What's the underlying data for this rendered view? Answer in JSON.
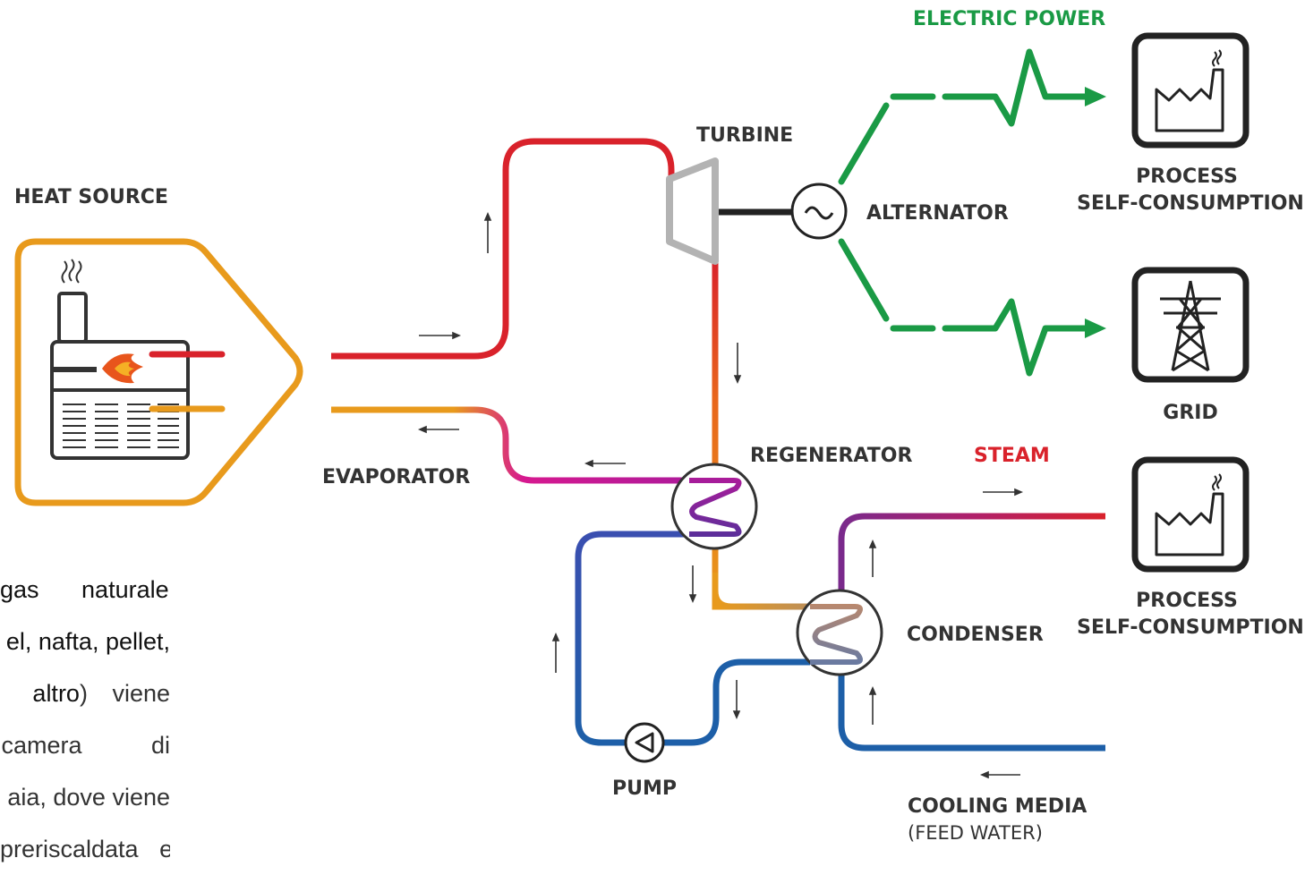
{
  "labels": {
    "heat_source": "HEAT SOURCE",
    "evaporator": "EVAPORATOR",
    "turbine": "TURBINE",
    "alternator": "ALTERNATOR",
    "electric_power": "ELECTRIC POWER",
    "process_1_line1": "PROCESS",
    "process_1_line2": "SELF-CONSUMPTION",
    "grid": "GRID",
    "regenerator": "REGENERATOR",
    "steam": "STEAM",
    "process_2_line1": "PROCESS",
    "process_2_line2": "SELF-CONSUMPTION",
    "condenser": "CONDENSER",
    "pump": "PUMP",
    "cooling_media_line1": "COOLING MEDIA",
    "cooling_media_line2": "(FEED WATER)"
  },
  "side_text": {
    "line1": "gas naturale,",
    "line2": "el, nafta, pellet,",
    "line3_bold": "altro",
    "line3_rest": ") viene",
    "line4": "camera di",
    "line5": "aia, dove viene",
    "line6": "preriscaldata e"
  },
  "colors": {
    "hot": "#d9222b",
    "warm": "#e89a1c",
    "magenta": "#d6198f",
    "purple": "#7a2a8c",
    "cold": "#1d5fa8",
    "electric": "#1a9a45",
    "dark": "#222222",
    "turbine_grey": "#b3b3b3"
  },
  "icons": [
    "factory-icon",
    "power-tower-icon",
    "boiler-icon",
    "flame-icon",
    "pump-icon",
    "alternator-icon",
    "heat-exchanger-icon"
  ]
}
